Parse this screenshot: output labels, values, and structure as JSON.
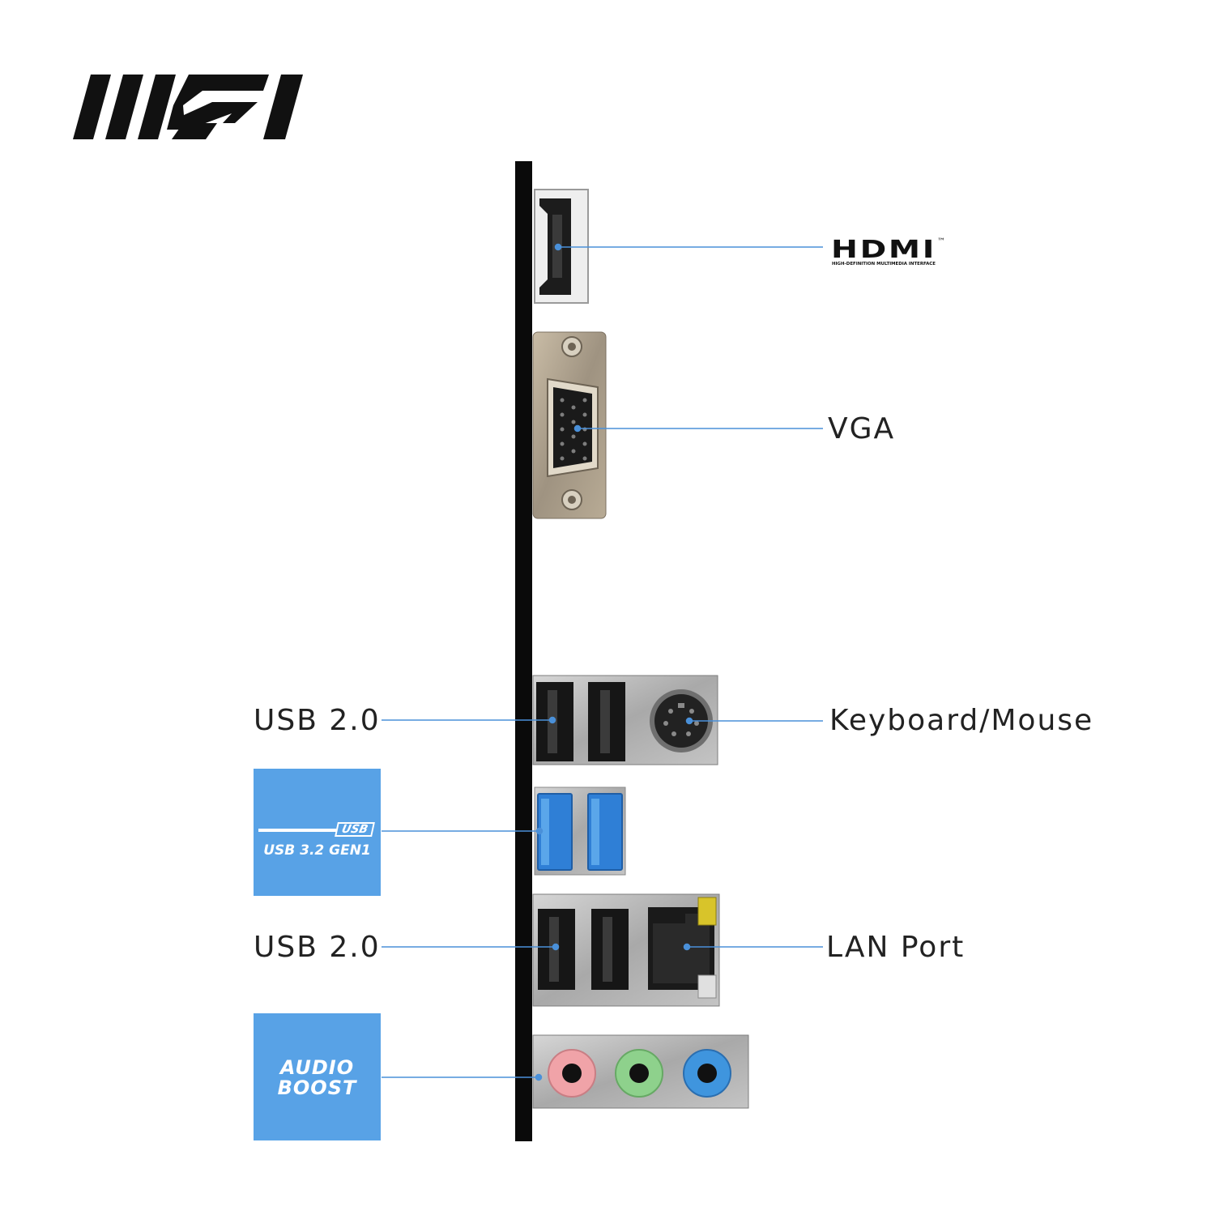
{
  "brand": {
    "logo": "MSI"
  },
  "ports": {
    "hdmi": {
      "logo_text": "HDMI",
      "trademark": "™",
      "tagline": "HIGH-DEFINITION MULTIMEDIA INTERFACE"
    },
    "vga": {
      "label": "VGA"
    },
    "usb_top": {
      "label": "USB 2.0"
    },
    "keyboard_mouse": {
      "label": "Keyboard/Mouse"
    },
    "usb3": {
      "badge_logo": "USB",
      "badge_text": "USB 3.2 GEN1"
    },
    "usb_bottom": {
      "label": "USB 2.0"
    },
    "lan": {
      "label": "LAN Port"
    },
    "audio": {
      "badge_line1": "AUDIO",
      "badge_line2": "BOOST"
    }
  },
  "colors": {
    "leader_line": "#4a90d9",
    "badge": "#58a2e6",
    "usb3_port": "#2f7fd6",
    "audio_pink": "#f0a3a8",
    "audio_green": "#8ed18c",
    "audio_blue": "#3f95de"
  },
  "icons": [
    "hdmi-port-icon",
    "vga-port-icon",
    "usb-port-icon",
    "ps2-port-icon",
    "rj45-port-icon",
    "audio-jack-icon"
  ]
}
